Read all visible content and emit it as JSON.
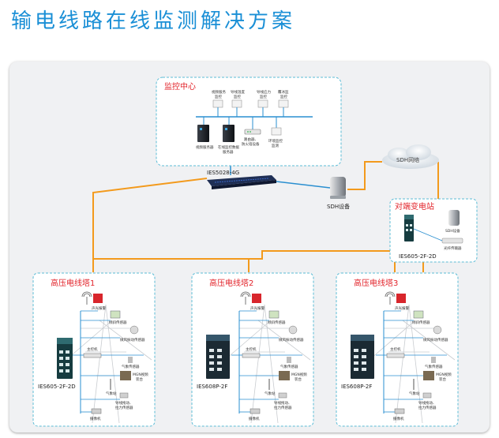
{
  "title": "输电线路在线监测解决方案",
  "colors": {
    "title": "#1a8fd6",
    "orange_link": "#f39a1c",
    "blue_link": "#2a8fd0",
    "red_label": "#e2232a",
    "dashed_box": "#5bbcd6"
  },
  "monitor_center": {
    "title": "监控中心",
    "clients": [
      {
        "label_1": "视频服务",
        "label_2": "监控",
        "icon": "monitor-icon"
      },
      {
        "label_1": "导线温度",
        "label_2": "监控",
        "icon": "monitor-icon"
      },
      {
        "label_1": "导线应力",
        "label_2": "监控",
        "icon": "monitor-icon"
      },
      {
        "label_1": "覆冰监",
        "label_2": "监控",
        "icon": "monitor-icon"
      }
    ],
    "servers": [
      {
        "label_1": "视频服务器",
        "label_2": "",
        "icon": "server-icon"
      },
      {
        "label_1": "在线监控数据",
        "label_2": "服务器",
        "icon": "server-icon"
      },
      {
        "label_1": "路由器、",
        "label_2": "防火墙设备",
        "icon": "router-icon"
      },
      {
        "label_1": "环境监控",
        "label_2": "监测",
        "icon": "monitor-icon"
      }
    ]
  },
  "core_switch": {
    "label": "IES5028-4G"
  },
  "sdh_device": {
    "label": "SDH设备"
  },
  "sdh_cloud": {
    "label": "SDH网络"
  },
  "substation": {
    "title": "对端变电站",
    "switch_label": "IES605-2F-2D",
    "sdh_label": "SDH设备",
    "optic_label": "光纤传输器"
  },
  "towers": [
    {
      "title": "高压电线塔1",
      "switch_label": "IES605-2F-2D",
      "devices": {
        "alarm": "声光报警",
        "sensor": "倾斜传感器",
        "vibration": "微风振动传感器",
        "host": "主控机",
        "weather": "气象传感器",
        "camera_label": "MGN视频",
        "camera_label_2": "装台",
        "weather2": "气象站",
        "tension": "导线拖动、",
        "tension_2": "拉力传感器",
        "ip_camera": "摄像机"
      }
    },
    {
      "title": "高压电线塔2",
      "switch_label": "IES608P-2F",
      "devices": {
        "alarm": "声光报警",
        "sensor": "倾斜传感器",
        "vibration": "微风振动传感器",
        "host": "主控机",
        "weather": "气象传感器",
        "camera_label": "MGN视频",
        "camera_label_2": "装台",
        "weather2": "气象站",
        "tension": "导线拖动、",
        "tension_2": "拉力传感器",
        "ip_camera": "摄像机"
      }
    },
    {
      "title": "高压电线塔3",
      "switch_label": "IES608P-2F",
      "devices": {
        "alarm": "声光报警",
        "sensor": "倾斜传感器",
        "vibration": "微风振动传感器",
        "host": "主控机",
        "weather": "气象传感器",
        "camera_label": "MGN视频",
        "camera_label_2": "装台",
        "weather2": "气象站",
        "tension": "导线拖动、",
        "tension_2": "拉力传感器",
        "ip_camera": "摄像机"
      }
    }
  ]
}
